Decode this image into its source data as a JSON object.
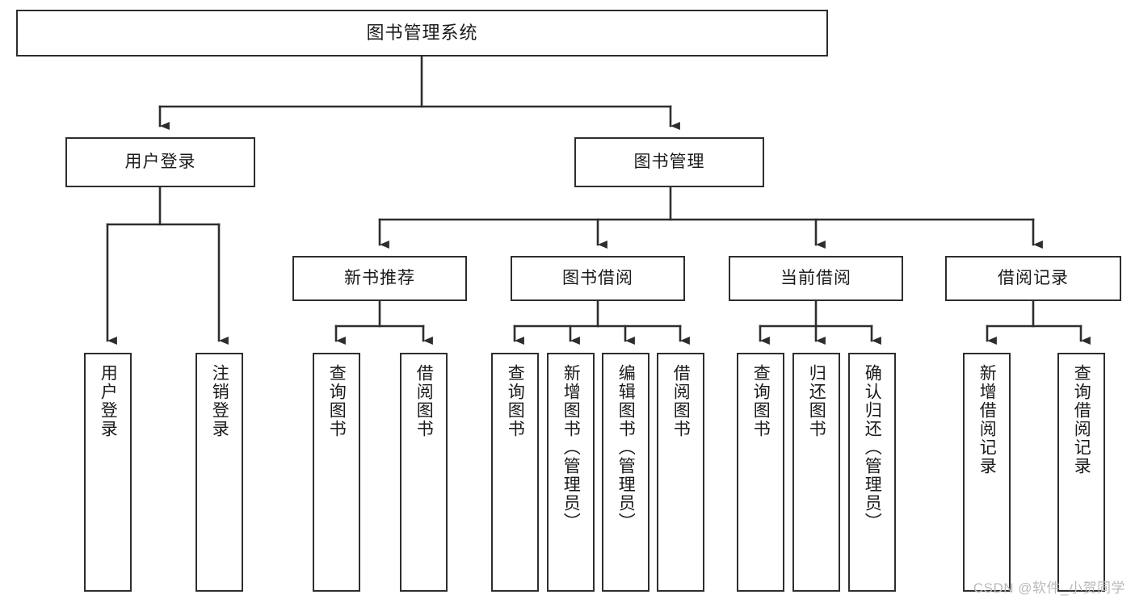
{
  "diagram": {
    "type": "tree",
    "title": "图书管理系统",
    "root": {
      "label": "图书管理系统"
    },
    "level1": [
      {
        "label": "用户登录"
      },
      {
        "label": "图书管理"
      }
    ],
    "level2": [
      {
        "label": "新书推荐"
      },
      {
        "label": "图书借阅"
      },
      {
        "label": "当前借阅"
      },
      {
        "label": "借阅记录"
      }
    ],
    "leaves": {
      "user_login": [
        {
          "label": "用户登录"
        },
        {
          "label": "注销登录"
        }
      ],
      "new_book_recommend": [
        {
          "label": "查询图书"
        },
        {
          "label": "借阅图书"
        }
      ],
      "book_borrow": [
        {
          "label": "查询图书"
        },
        {
          "label": "新增图书（管理员）"
        },
        {
          "label": "编辑图书（管理员）"
        },
        {
          "label": "借阅图书"
        }
      ],
      "current_borrow": [
        {
          "label": "查询图书"
        },
        {
          "label": "归还图书"
        },
        {
          "label": "确认归还（管理员）"
        }
      ],
      "borrow_record": [
        {
          "label": "新增借阅记录"
        },
        {
          "label": "查询借阅记录"
        }
      ]
    }
  },
  "watermark": {
    "text": "CSDN @软件_小贺同学"
  },
  "colors": {
    "stroke": "#2e2e2e",
    "fill": "#ffffff",
    "text": "#1a1a1a",
    "watermark": "#b9b9b9"
  }
}
